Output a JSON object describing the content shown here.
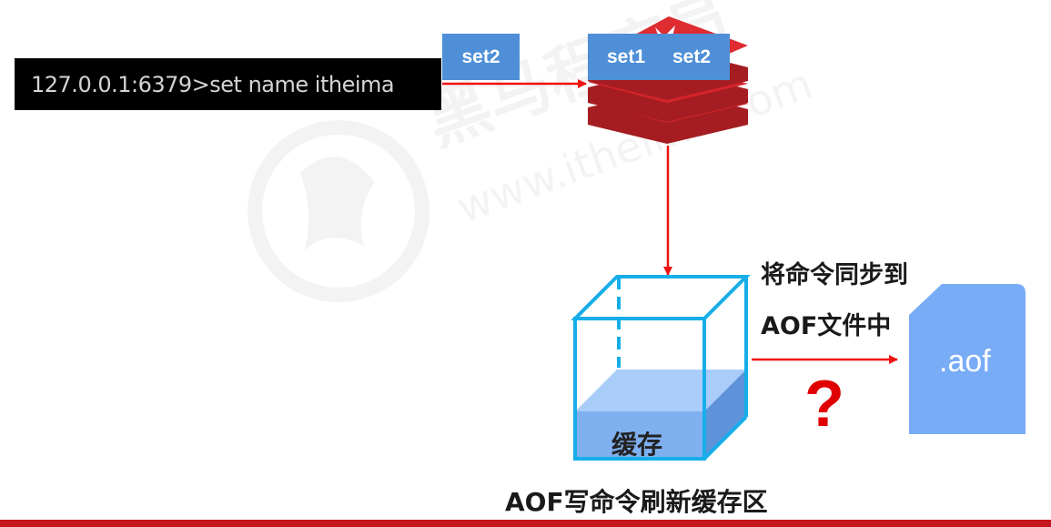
{
  "terminal": {
    "command": "127.0.0.1:6379>set name itheima"
  },
  "incoming_command": {
    "label": "set2"
  },
  "redis_queue": {
    "items": [
      "set1",
      "set2"
    ]
  },
  "cache": {
    "label": "缓存"
  },
  "sync_note": {
    "line1": "将命令同步到",
    "line2": "AOF文件中"
  },
  "question_mark": "?",
  "aof_file": {
    "label": ".aof"
  },
  "caption": "AOF写命令刷新缓存区",
  "colors": {
    "tag_blue": "#4e8fd8",
    "arrow_red": "#ee1111",
    "cube_cyan": "#16aee8",
    "liquid_blue": "#7fb0f0",
    "file_blue": "#79acf6",
    "redis_red": "#d6242a",
    "bottom_bar": "#c4161c"
  },
  "icons": {
    "redis_logo": "redis-logo-icon",
    "cache_cube": "cube-icon",
    "aof_file": "file-icon"
  }
}
